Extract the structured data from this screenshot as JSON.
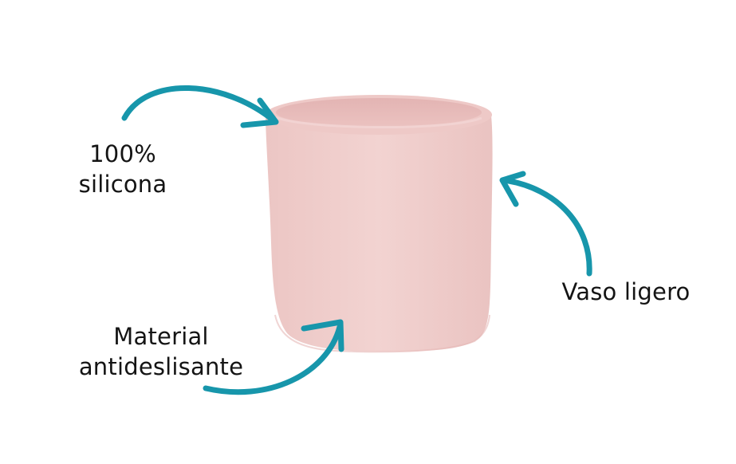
{
  "labels": {
    "silicona": {
      "line1": "100%",
      "line2": "silicona"
    },
    "material": {
      "line1": "Material",
      "line2": "antideslisante"
    },
    "vaso": {
      "line1": "Vaso ligero"
    }
  },
  "colors": {
    "arrow": "#1796ab",
    "cup_body": "#efcdcb",
    "cup_rim": "#e9bfbd",
    "text": "#141414"
  },
  "icons": {
    "cup": "silicone-cup-icon",
    "arrow": "curved-arrow-icon"
  }
}
